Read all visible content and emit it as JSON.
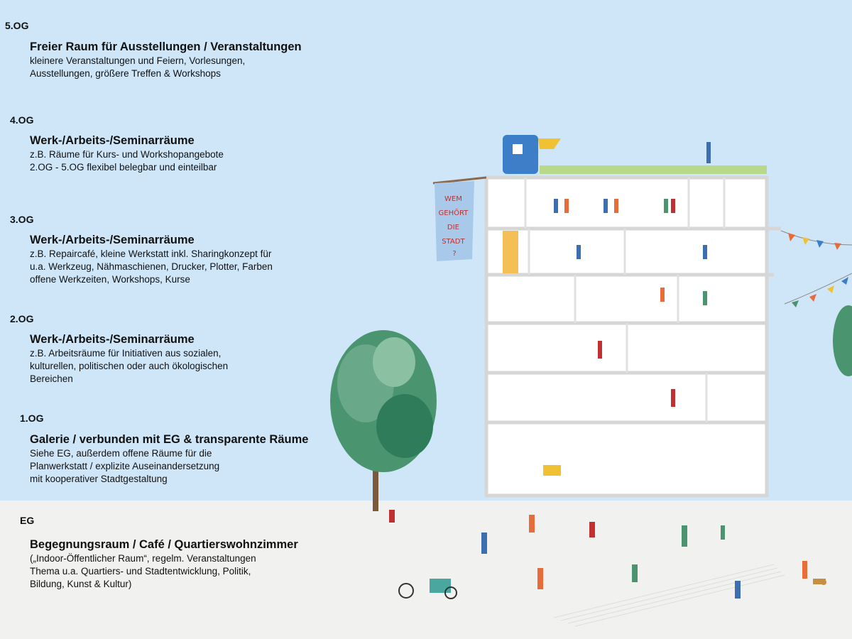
{
  "floors": [
    {
      "level": "5.OG",
      "title": "Freier Raum für Ausstellungen / Veranstaltungen",
      "lines": [
        "kleinere Veranstaltungen und Feiern, Vorlesungen,",
        "Ausstellungen, größere Treffen & Workshops"
      ]
    },
    {
      "level": "4.OG",
      "title": "Werk-/Arbeits-/Seminarräume",
      "lines": [
        "z.B. Räume für Kurs- und Workshopangebote",
        "2.OG - 5.OG flexibel belegbar und einteilbar"
      ]
    },
    {
      "level": "3.OG",
      "title": "Werk-/Arbeits-/Seminarräume",
      "lines": [
        "z.B. Repaircafé, kleine Werkstatt inkl. Sharingkonzept für",
        "u.a. Werkzeug, Nähmaschienen, Drucker, Plotter, Farben",
        "offene Werkzeiten, Workshops, Kurse"
      ]
    },
    {
      "level": "2.OG",
      "title": "Werk-/Arbeits-/Seminarräume",
      "lines": [
        "z.B. Arbeitsräume für Initiativen aus sozialen,",
        "kulturellen, politischen oder auch ökologischen",
        "Bereichen"
      ]
    },
    {
      "level": "1.OG",
      "title": "Galerie / verbunden mit EG & transparente Räume",
      "lines": [
        "Siehe EG, außerdem offene Räume für die",
        "Planwerkstatt / explizite Auseinandersetzung",
        "mit kooperativer Stadtgestaltung"
      ]
    },
    {
      "level": "EG",
      "title": "Begegnungsraum / Café / Quartierswohnzimmer",
      "lines": [
        "(„Indoor-Öffentlicher Raum“, regelm. Veranstaltungen",
        "Thema u.a. Quartiers- und Stadtentwicklung, Politik,",
        "Bildung, Kunst & Kultur)"
      ]
    }
  ],
  "banner": {
    "lines": [
      "WEM",
      "GEHÖRT",
      "DIE",
      "STADT",
      "?"
    ]
  },
  "colors": {
    "sky": "#cfe6f9",
    "ground": "#f1f1ef",
    "building": "#d9d9d9",
    "tree": "#3f8f6a"
  }
}
